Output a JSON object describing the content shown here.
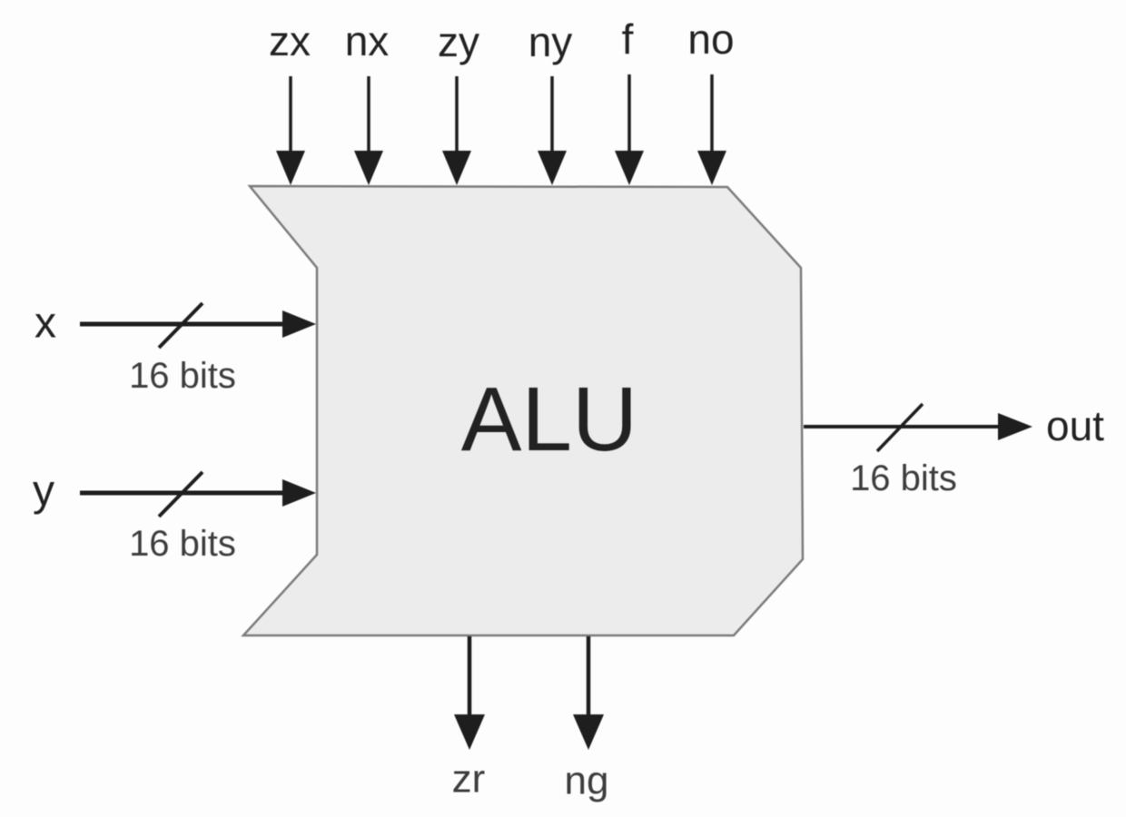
{
  "diagram": {
    "block_label": "ALU",
    "control_inputs": [
      "zx",
      "nx",
      "zy",
      "ny",
      "f",
      "no"
    ],
    "data_inputs": [
      {
        "label": "x",
        "bus_width": "16 bits"
      },
      {
        "label": "y",
        "bus_width": "16 bits"
      }
    ],
    "output": {
      "label": "out",
      "bus_width": "16 bits"
    },
    "status_outputs": [
      "zr",
      "ng"
    ]
  },
  "colors": {
    "background": "#fdfdfd",
    "block_fill": "#ececec",
    "block_border": "#7c7c7c",
    "line": "#1e1e1e",
    "text": "#222222",
    "secondary_text": "#3d3d3d"
  }
}
